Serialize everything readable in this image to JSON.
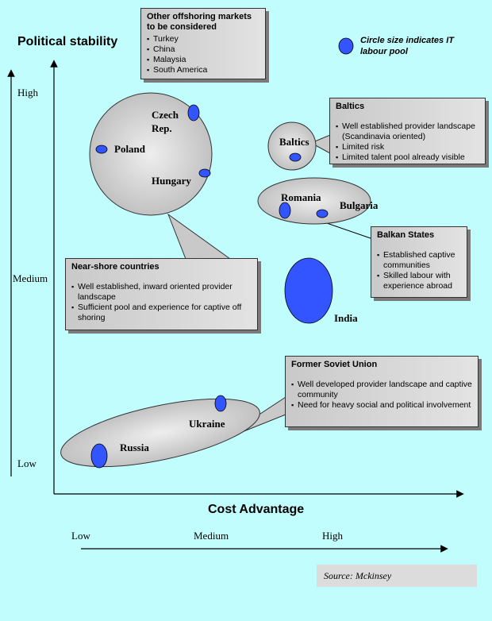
{
  "y_axis": {
    "title": "Political stability",
    "ticks": [
      "High",
      "Medium",
      "Low"
    ]
  },
  "x_axis": {
    "title": "Cost Advantage",
    "ticks": [
      "Low",
      "Medium",
      "High"
    ]
  },
  "legend_note": "Circle size indicates IT labour pool",
  "other_markets": {
    "heading": "Other offshoring markets to be considered",
    "items": [
      "Turkey",
      "China",
      "Malaysia",
      "South America"
    ]
  },
  "regions": {
    "czech": "Czech Rep.",
    "poland": "Poland",
    "hungary": "Hungary",
    "baltics": "Baltics",
    "romania": "Romania",
    "bulgaria": "Bulgaria",
    "india": "India",
    "ukraine": "Ukraine",
    "russia": "Russia"
  },
  "callouts": {
    "baltics": {
      "heading": "Baltics",
      "items": [
        "Well established provider landscape (Scandinavia oriented)",
        "Limited risk",
        "Limited talent pool already visible"
      ]
    },
    "balkan": {
      "heading": "Balkan States",
      "items": [
        "Established captive communities",
        "Skilled labour with experience abroad"
      ]
    },
    "nearshore": {
      "heading": "Near-shore countries",
      "items": [
        "Well established, inward oriented provider landscape",
        "Sufficient pool and experience for captive off shoring"
      ]
    },
    "fsu": {
      "heading": "Former Soviet Union",
      "items": [
        "Well developed provider landscape and captive community",
        "Need for heavy social and political involvement"
      ]
    }
  },
  "source": "Source: Mckinsey",
  "colors": {
    "background": "#c2fdfe",
    "bubble": "#3355ff",
    "cluster": "#d8d8d8"
  }
}
